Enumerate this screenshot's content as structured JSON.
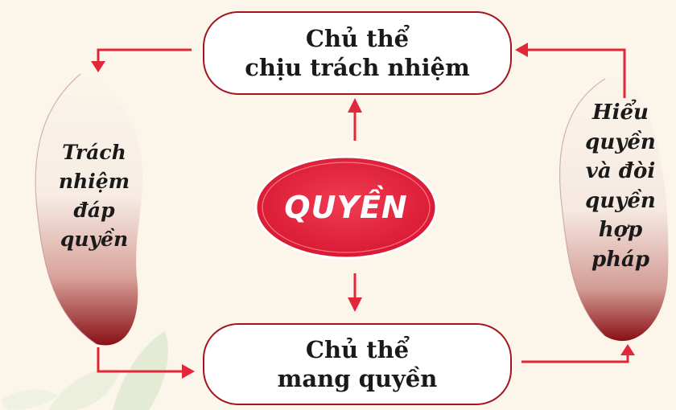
{
  "center": {
    "label": "QUYỀN"
  },
  "top_box": {
    "line1": "Chủ thể",
    "line2": "chịu trách nhiệm"
  },
  "bottom_box": {
    "line1": "Chủ thể",
    "line2": "mang quyền"
  },
  "left_item": {
    "lines": [
      "Trách",
      "nhiệm",
      "đáp",
      "quyền"
    ]
  },
  "right_item": {
    "lines": [
      "Hiểu",
      "quyền",
      "và đòi",
      "quyền",
      "hợp",
      "pháp"
    ]
  },
  "colors": {
    "accent_red": "#e2203a",
    "border_red": "#a3141e",
    "arrow_red": "#e0283a",
    "background": "#fbf5ea"
  }
}
